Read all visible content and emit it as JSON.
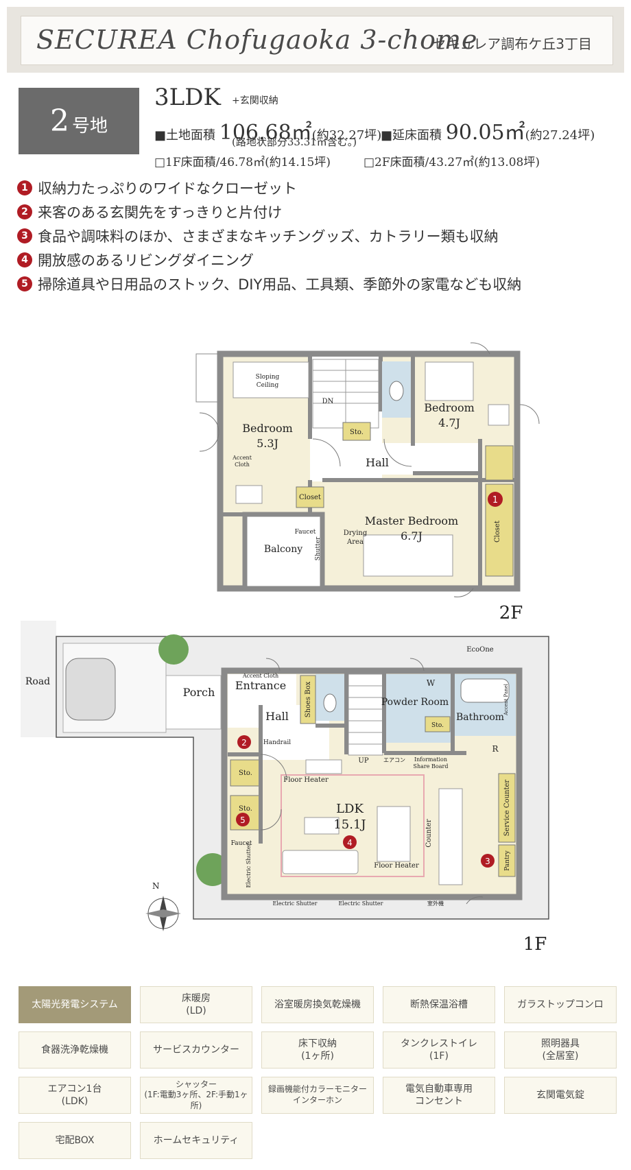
{
  "header": {
    "title_en": "SECUREA Chofugaoka 3-chome",
    "title_ja": "セキュレア調布ケ丘3丁目"
  },
  "lot": {
    "number": "2",
    "suffix": "号地"
  },
  "spec": {
    "layout": "3LDK",
    "layout_note": "+玄関収納",
    "land_label": "■土地面積",
    "land_area": "106.68㎡",
    "land_tsubo": "(約32.27坪)",
    "land_note": "(路地状部分33.31㎡含む。)",
    "floor_label": "■延床面積",
    "floor_area": "90.05㎡",
    "floor_tsubo": "(約27.24坪)",
    "f1": "□1F床面積/46.78㎡(約14.15坪)",
    "f2": "□2F床面積/43.27㎡(約13.08坪)"
  },
  "features": [
    {
      "num": "1",
      "text": "収納力たっぷりのワイドなクローゼット"
    },
    {
      "num": "2",
      "text": "来客のある玄関先をすっきりと片付け"
    },
    {
      "num": "3",
      "text": "食品や調味料のほか、さまざまなキッチングッズ、カトラリー類も収納"
    },
    {
      "num": "4",
      "text": "開放感のあるリビングダイニング"
    },
    {
      "num": "5",
      "text": "掃除道具や日用品のストック、DIY用品、工具類、季節外の家電なども収納"
    }
  ],
  "plan2f": {
    "floor_label": "2F",
    "bedroom_left": "Bedroom",
    "bedroom_left_size": "5.3J",
    "bedroom_right": "Bedroom",
    "bedroom_right_size": "4.7J",
    "master": "Master Bedroom",
    "master_size": "6.7J",
    "hall": "Hall",
    "balcony": "Balcony",
    "closet": "Closet",
    "sto": "Sto.",
    "dn": "DN",
    "sloping": "Sloping",
    "ceiling": "Ceiling",
    "accent": "Accent",
    "cloth": "Cloth",
    "faucet": "Faucet",
    "shutter": "Shutter",
    "drying": "Drying",
    "area": "Area",
    "closet_v": "Closet"
  },
  "plan1f": {
    "floor_label": "1F",
    "road": "Road",
    "porch": "Porch",
    "entrance": "Entrance",
    "hall": "Hall",
    "ldk": "LDK",
    "ldk_size": "15.1J",
    "powder": "Powder Room",
    "bathroom": "Bathroom",
    "shoes_box": "Shoes Box",
    "accent_cloth": "Accent Cloth",
    "handrail": "Handrail",
    "floor_heater": "Floor Heater",
    "counter": "Counter",
    "service_counter": "Service Counter",
    "pantry": "Pantry",
    "up": "UP",
    "aircon": "エアコン",
    "info1": "Information",
    "info2": "Share Board",
    "ecoone": "EcoOne",
    "faucet": "Faucet",
    "electric_shutter": "Electric Shutter",
    "outdoor_unit": "室外機",
    "w": "W",
    "r": "R",
    "sto": "Sto.",
    "accent_panel": "Accent Panel",
    "compass_n": "N"
  },
  "equipment": [
    {
      "label": "太陽光発電システム",
      "highlight": true
    },
    {
      "label": "床暖房\n(LD)",
      "highlight": false
    },
    {
      "label": "浴室暖房換気乾燥機",
      "highlight": false
    },
    {
      "label": "断熱保温浴槽",
      "highlight": false
    },
    {
      "label": "ガラストップコンロ",
      "highlight": false
    },
    {
      "label": "食器洗浄乾燥機",
      "highlight": false
    },
    {
      "label": "サービスカウンター",
      "highlight": false
    },
    {
      "label": "床下収納\n(1ヶ所)",
      "highlight": false
    },
    {
      "label": "タンクレストイレ\n(1F)",
      "highlight": false
    },
    {
      "label": "照明器具\n(全居室)",
      "highlight": false
    },
    {
      "label": "エアコン1台\n(LDK)",
      "highlight": false
    },
    {
      "label": "シャッター\n(1F:電動3ヶ所、2F:手動1ヶ所)",
      "highlight": false
    },
    {
      "label": "録画機能付カラーモニター\nインターホン",
      "highlight": false
    },
    {
      "label": "電気自動車専用\nコンセント",
      "highlight": false
    },
    {
      "label": "玄関電気錠",
      "highlight": false
    },
    {
      "label": "宅配BOX",
      "highlight": false
    },
    {
      "label": "ホームセキュリティ",
      "highlight": false
    }
  ],
  "colors": {
    "accent_red": "#b01c24",
    "wall": "#8a8a8a",
    "room": "#f5f0d9",
    "wet": "#cfe0ea",
    "storage": "#e8dc8a",
    "highlight_box": "#a39a78"
  }
}
